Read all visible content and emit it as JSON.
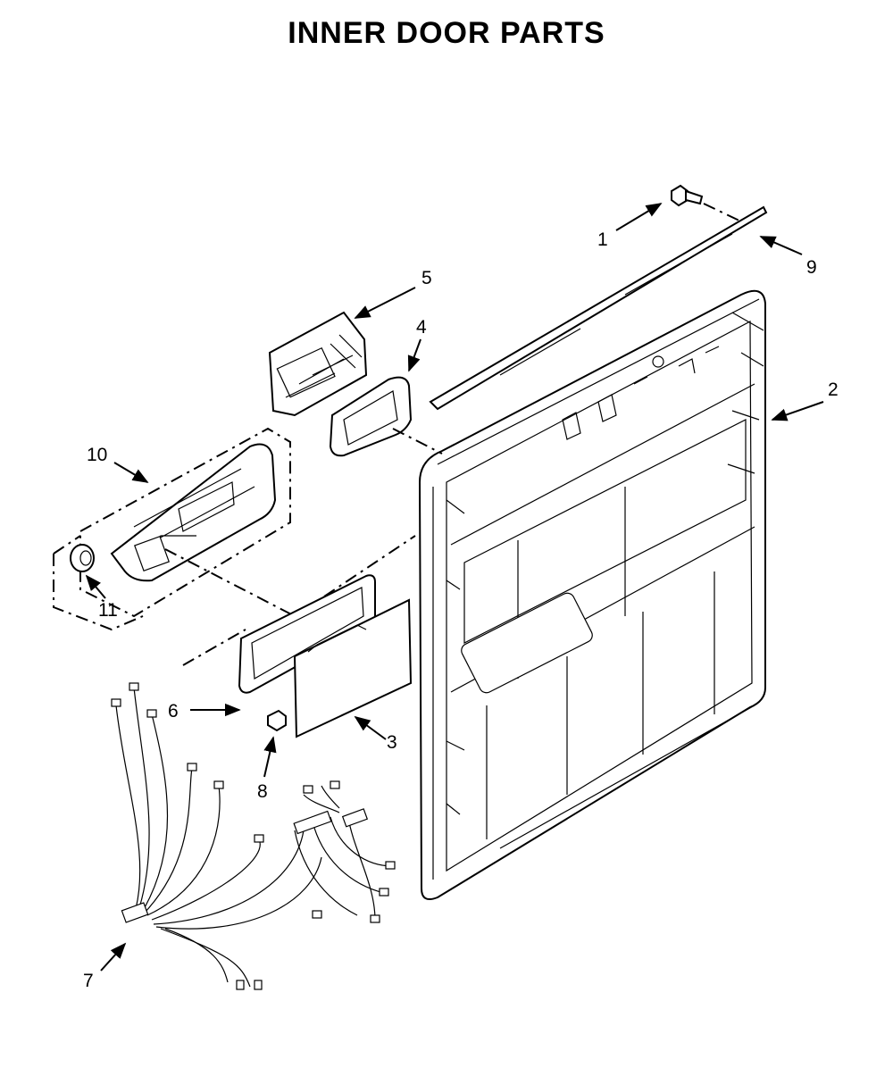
{
  "title": "INNER DOOR PARTS",
  "callouts": [
    {
      "id": "c1",
      "label": "1"
    },
    {
      "id": "c2",
      "label": "2"
    },
    {
      "id": "c3",
      "label": "3"
    },
    {
      "id": "c4",
      "label": "4"
    },
    {
      "id": "c5",
      "label": "5"
    },
    {
      "id": "c6",
      "label": "6"
    },
    {
      "id": "c7",
      "label": "7"
    },
    {
      "id": "c8",
      "label": "8"
    },
    {
      "id": "c9",
      "label": "9"
    },
    {
      "id": "c10",
      "label": "10"
    },
    {
      "id": "c11",
      "label": "11"
    }
  ]
}
